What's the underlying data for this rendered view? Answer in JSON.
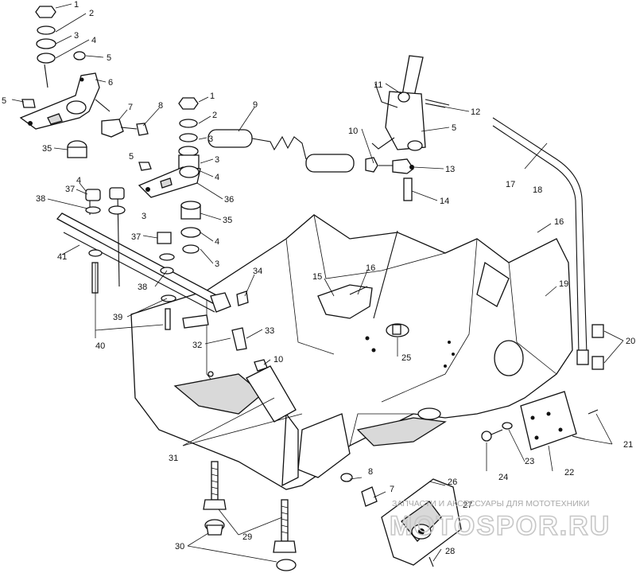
{
  "diagram": {
    "callouts": [
      "1",
      "2",
      "3",
      "4",
      "5",
      "6",
      "7",
      "8",
      "9",
      "10",
      "11",
      "12",
      "13",
      "14",
      "15",
      "16",
      "17",
      "18",
      "19",
      "20",
      "21",
      "22",
      "23",
      "24",
      "25",
      "26",
      "27",
      "28",
      "29",
      "30",
      "31",
      "32",
      "33",
      "34",
      "35",
      "36",
      "37",
      "38",
      "39",
      "40",
      "41"
    ],
    "watermark": {
      "text": "ЗАПЧАСТИ И АКСЕССУАРЫ ДЛЯ МОТОТЕХНИКИ",
      "logo": "MOTOSPOR.RU"
    }
  },
  "colors": {
    "ink": "#111111",
    "watermark": "#b0b0b0",
    "background": "#ffffff"
  }
}
